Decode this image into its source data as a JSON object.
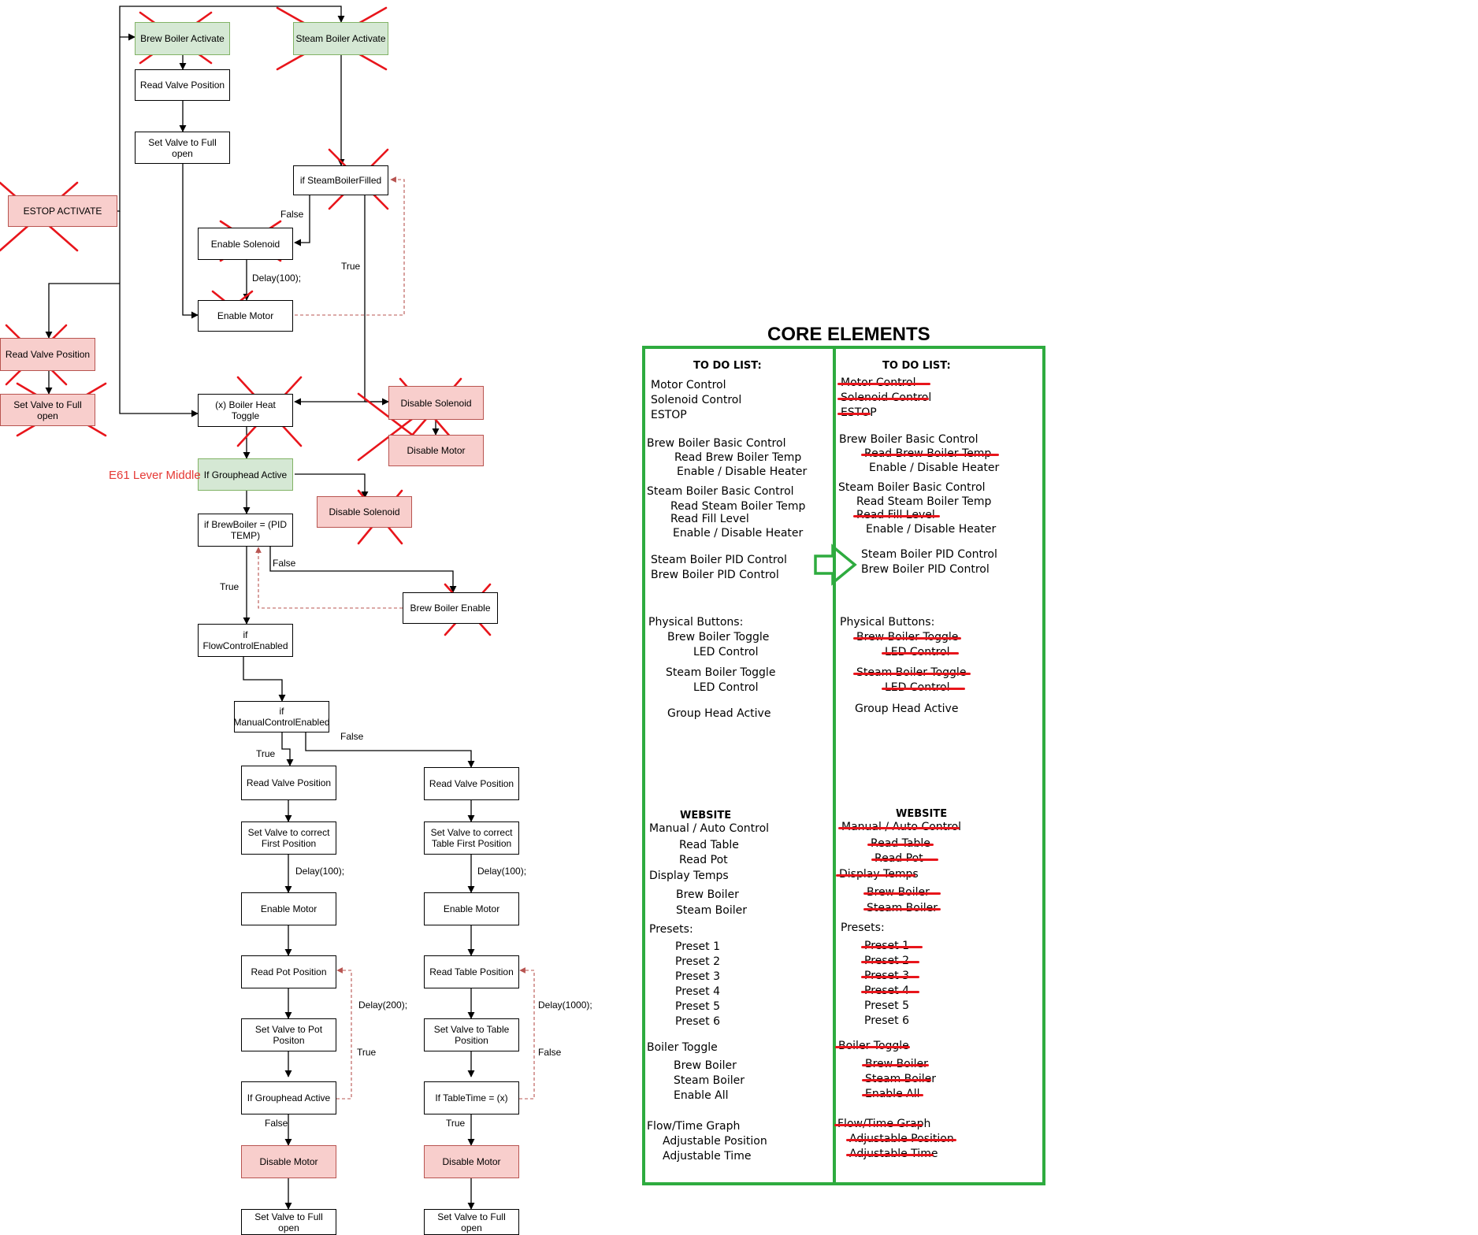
{
  "colors": {
    "start_fill": "#d5e8d4",
    "start_border": "#82b366",
    "stop_fill": "#f8cecc",
    "stop_border": "#b85450",
    "cross_mark": "#e8151b",
    "box_outline": "#2eab3f",
    "note_text": "#e53935"
  },
  "flowchart": {
    "nodes": {
      "brew_boiler_activate": "Brew Boiler Activate",
      "steam_boiler_activate": "Steam Boiler Activate",
      "read_valve_position_top": "Read Valve Position",
      "set_valve_full_open_top": "Set Valve to Full open",
      "if_steam_boiler_filled": "if SteamBoilerFilled",
      "estop_activate": "ESTOP ACTIVATE",
      "enable_solenoid": "Enable Solenoid",
      "enable_motor_top": "Enable Motor",
      "read_valve_position_left": "Read Valve Position",
      "set_valve_full_open_left": "Set Valve to Full open",
      "boiler_heat_toggle": "(x) Boiler Heat Toggle",
      "disable_solenoid_right": "Disable Solenoid",
      "disable_motor_right": "Disable Motor",
      "if_grouphead_active_green": "If Grouphead Active",
      "disable_solenoid_mid": "Disable Solenoid",
      "if_brewboiler_pid": "if BrewBoiler = (PID TEMP)",
      "brew_boiler_enable": "Brew Boiler Enable",
      "if_flow_control_enabled": "if FlowControlEnabled",
      "if_manual_control_enabled": "if ManualControlEnabled",
      "read_valve_position_l": "Read Valve Position",
      "read_valve_position_r": "Read Valve Position",
      "set_valve_first_pos": "Set Valve to correct First Position",
      "set_valve_table_first": "Set Valve to correct Table First Position",
      "enable_motor_l": "Enable Motor",
      "enable_motor_r": "Enable Motor",
      "read_pot_position": "Read Pot Position",
      "read_table_position": "Read Table Position",
      "set_valve_pot": "Set Valve to Pot Positon",
      "set_valve_table": "Set Valve to Table Position",
      "if_grouphead_active_l": "If Grouphead Active",
      "if_tabletime": "If TableTime = (x)",
      "disable_motor_l": "Disable Motor",
      "disable_motor_r2": "Disable Motor",
      "set_valve_full_open_l": "Set Valve to Full open",
      "set_valve_full_open_r": "Set Valve to Full open"
    },
    "edge_labels": {
      "false_solenoid": "False",
      "delay_100_top": "Delay(100);",
      "true_steam": "True",
      "false_pid": "False",
      "true_pid": "True",
      "false_manual": "False",
      "true_manual": "True",
      "delay_100_l": "Delay(100);",
      "delay_100_r": "Delay(100);",
      "delay_200": "Delay(200);",
      "delay_1000": "Delay(1000);",
      "true_l": "True",
      "false_r": "False",
      "false_l": "False",
      "true_r": "True"
    },
    "note": "E61 Lever Middle"
  },
  "core_elements": {
    "title": "CORE ELEMENTS",
    "left_list": [
      "TO DO LIST:",
      "Motor Control",
      "Solenoid Control",
      "ESTOP",
      "Brew Boiler Basic Control",
      "Read Brew Boiler Temp",
      "Enable / Disable Heater",
      "Steam Boiler Basic Control",
      "Read Steam Boiler Temp",
      "Read Fill Level",
      "Enable / Disable Heater",
      "Steam Boiler PID Control",
      "Brew Boiler PID Control",
      "Physical Buttons:",
      "Brew Boiler Toggle",
      "LED Control",
      "Steam Boiler Toggle",
      "LED Control",
      "Group Head Active",
      "WEBSITE",
      "Manual / Auto Control",
      "Read Table",
      "Read Pot",
      "Display Temps",
      "Brew Boiler",
      "Steam Boiler",
      "Presets:",
      "Preset 1",
      "Preset 2",
      "Preset 3",
      "Preset 4",
      "Preset 5",
      "Preset 6",
      "Boiler Toggle",
      "Brew Boiler",
      "Steam Boiler",
      "Enable All",
      "Flow/Time Graph",
      "Adjustable Position",
      "Adjustable Time"
    ],
    "right_list": [
      "TO DO LIST:",
      "Motor Control",
      "Solenoid Control",
      "ESTOP",
      "Brew Boiler Basic Control",
      "Read Brew Boiler Temp",
      "Enable / Disable Heater",
      "Steam Boiler Basic Control",
      "Read Steam Boiler Temp",
      "Read Fill Level",
      "Enable / Disable Heater",
      "Steam Boiler PID Control",
      "Brew Boiler PID Control",
      "Physical Buttons:",
      "Brew Boiler Toggle",
      "LED Control",
      "Steam Boiler Toggle",
      "LED Control",
      "Group Head Active",
      "WEBSITE",
      "Manual / Auto Control",
      "Read Table",
      "Read Pot",
      "Display Temps",
      "Brew Boiler",
      "Steam Boiler",
      "Presets:",
      "Preset 1",
      "Preset 2",
      "Preset 3",
      "Preset 4",
      "Preset 5",
      "Preset 6",
      "Boiler Toggle",
      "Brew Boiler",
      "Steam Boiler",
      "Enable All",
      "Flow/Time Graph",
      "Adjustable Position",
      "Adjustable Time"
    ]
  }
}
